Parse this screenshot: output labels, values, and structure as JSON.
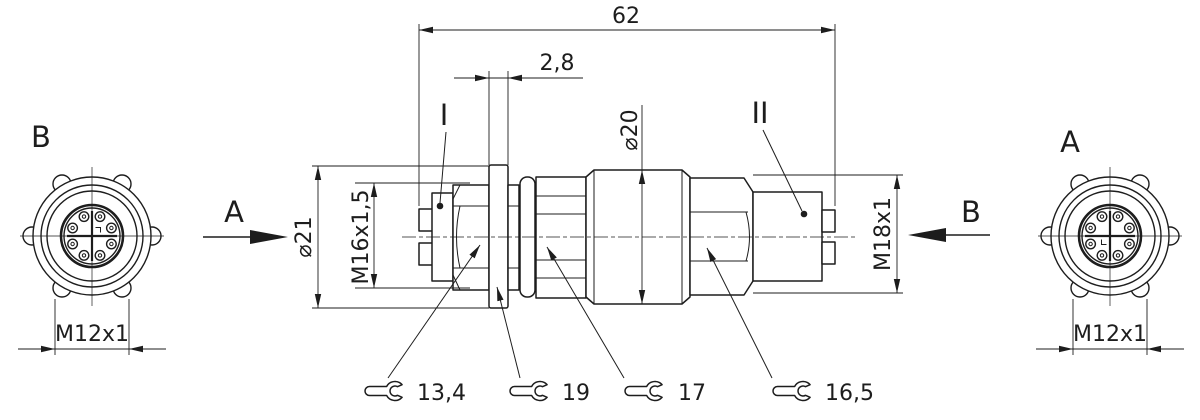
{
  "drawing": {
    "face_view_left": {
      "view_label": "B",
      "thread_size": "M12x1"
    },
    "face_view_right": {
      "view_label": "A",
      "thread_size": "M12x1"
    },
    "side_view": {
      "overall_length": "62",
      "flange_thickness": "2,8",
      "flange_diameter": "⌀21",
      "tube_diameter": "⌀20",
      "front_thread": "M16x1,5",
      "rear_thread": "M18x1",
      "marker_i": "I",
      "marker_ii": "II",
      "direction_arrow_a": "A",
      "direction_arrow_b": "B"
    },
    "wrenches": [
      {
        "size": "13,4"
      },
      {
        "size": "19"
      },
      {
        "size": "17"
      },
      {
        "size": "16,5"
      }
    ],
    "colors": {
      "line": "#1d1d1d",
      "background": "#ffffff"
    }
  }
}
